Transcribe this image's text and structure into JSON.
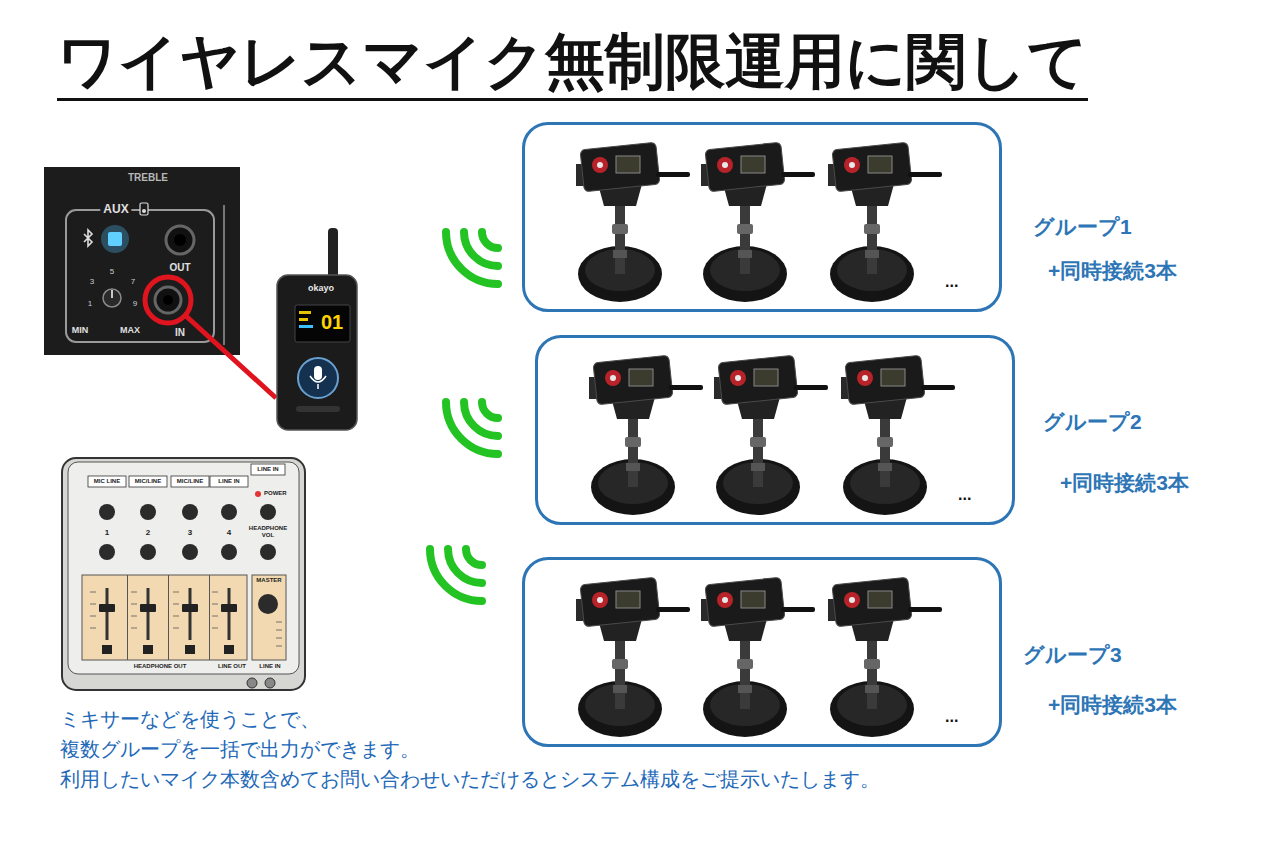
{
  "diagram": {
    "title": "ワイヤレスマイク無制限運用に関して",
    "nodes": [
      {
        "text": [
          "...",
          "グループ1",
          "+同時接続3本"
        ]
      },
      {
        "text": [
          "...",
          "グループ2",
          "+同時接続3本"
        ]
      },
      {
        "text": [
          "...",
          "グループ3",
          "+同時接続3本"
        ]
      }
    ],
    "labels": [
      "TREBLE",
      "AUX",
      "OUT",
      "IN",
      "MIN",
      "MAX",
      "1",
      "3",
      "5",
      "7",
      "9",
      "okayo",
      "01",
      "MIC LINE",
      "MIC/LINE",
      "MIC/LINE",
      "LINE IN",
      "LINE IN",
      "POWER",
      "1",
      "2",
      "3",
      "4",
      "HEADPHONE VOL",
      "MASTER",
      "HEADPHONE OUT",
      "LINE OUT",
      "LINE IN",
      "ミキサーなどを使うことで、",
      "複数グループを一括で出力ができます。",
      "利用したいマイク本数含めてお問い合わせいただけるとシステム構成をご提示いたします。"
    ]
  }
}
